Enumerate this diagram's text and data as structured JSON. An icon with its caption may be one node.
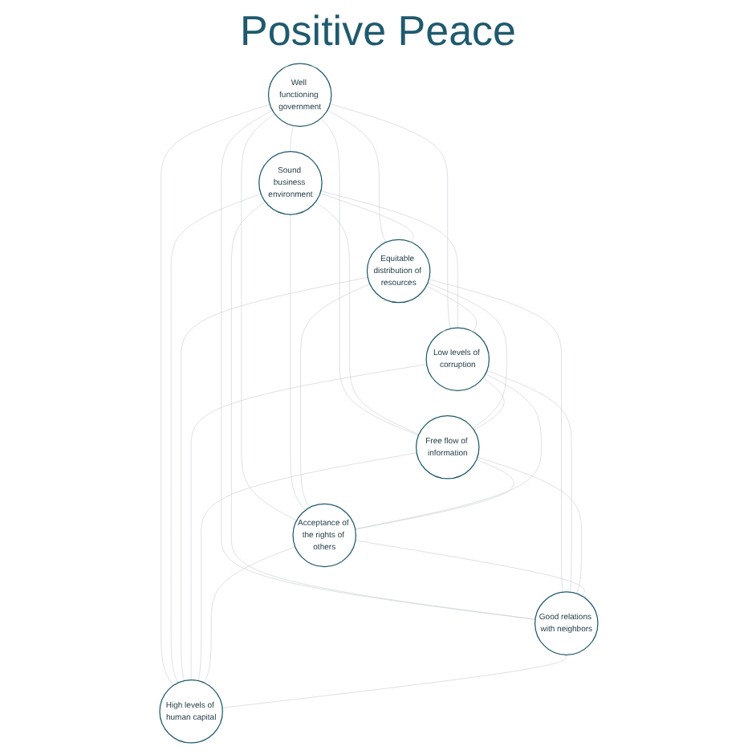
{
  "diagram": {
    "title": "Positive Peace",
    "nodes": [
      {
        "text": [
          "Well functioning government"
        ]
      },
      {
        "text": [
          "Sound business environment"
        ]
      },
      {
        "text": [
          "Equitable distribution of resources"
        ]
      },
      {
        "text": [
          "Low levels of corruption"
        ]
      },
      {
        "text": [
          "Free flow of information"
        ]
      },
      {
        "text": [
          "Acceptance of the rights of others"
        ]
      },
      {
        "text": [
          "Good relations with neighbors"
        ]
      },
      {
        "text": [
          "High levels of human capital"
        ]
      }
    ],
    "edges": [
      {
        "from": 0,
        "to": 1,
        "arrow": "none"
      },
      {
        "from": 0,
        "to": 2,
        "arrow": "none"
      },
      {
        "from": 0,
        "to": 3,
        "arrow": "none"
      },
      {
        "from": 0,
        "to": 4,
        "arrow": "none"
      },
      {
        "from": 0,
        "to": 5,
        "arrow": "none"
      },
      {
        "from": 0,
        "to": 6,
        "arrow": "none"
      },
      {
        "from": 0,
        "to": 7,
        "arrow": "none"
      },
      {
        "from": 1,
        "to": 2,
        "arrow": "none"
      },
      {
        "from": 1,
        "to": 3,
        "arrow": "none"
      },
      {
        "from": 1,
        "to": 4,
        "arrow": "none"
      },
      {
        "from": 1,
        "to": 5,
        "arrow": "none"
      },
      {
        "from": 1,
        "to": 6,
        "arrow": "none"
      },
      {
        "from": 1,
        "to": 7,
        "arrow": "none"
      },
      {
        "from": 2,
        "to": 3,
        "arrow": "none"
      },
      {
        "from": 2,
        "to": 4,
        "arrow": "none"
      },
      {
        "from": 2,
        "to": 5,
        "arrow": "none"
      },
      {
        "from": 2,
        "to": 6,
        "arrow": "none"
      },
      {
        "from": 2,
        "to": 7,
        "arrow": "none"
      },
      {
        "from": 3,
        "to": 4,
        "arrow": "none"
      },
      {
        "from": 3,
        "to": 5,
        "arrow": "none"
      },
      {
        "from": 3,
        "to": 6,
        "arrow": "none"
      },
      {
        "from": 3,
        "to": 7,
        "arrow": "none"
      },
      {
        "from": 4,
        "to": 5,
        "arrow": "none"
      },
      {
        "from": 4,
        "to": 6,
        "arrow": "none"
      },
      {
        "from": 4,
        "to": 7,
        "arrow": "none"
      },
      {
        "from": 5,
        "to": 6,
        "arrow": "none"
      },
      {
        "from": 5,
        "to": 7,
        "arrow": "none"
      },
      {
        "from": 6,
        "to": 7,
        "arrow": "none"
      }
    ]
  }
}
